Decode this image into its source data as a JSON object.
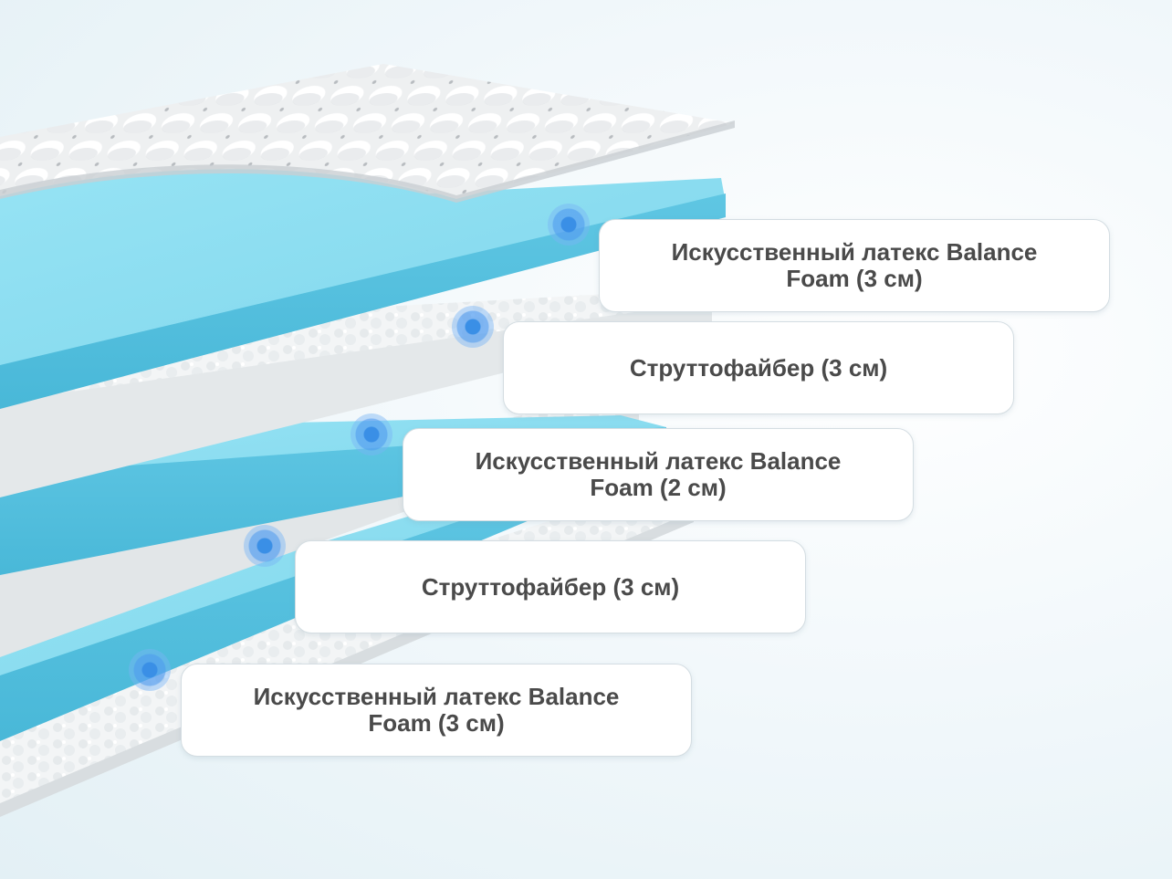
{
  "layers": [
    {
      "label": "Искусственный латекс Balance Foam (3 см)"
    },
    {
      "label": "Струттофайбер (3 см)"
    },
    {
      "label": "Искусственный латекс Balance Foam (2 см)"
    },
    {
      "label": "Струттофайбер (3 см)"
    },
    {
      "label": "Искусственный латекс Balance Foam (3 см)"
    }
  ],
  "colors": {
    "foam": "#7fd6ec",
    "foam_edge": "#57c3e0",
    "fiber": "#f2f4f5",
    "quilt": "#e9ecee",
    "marker": "#3a8fe6",
    "label_text": "#4a4a4a"
  }
}
